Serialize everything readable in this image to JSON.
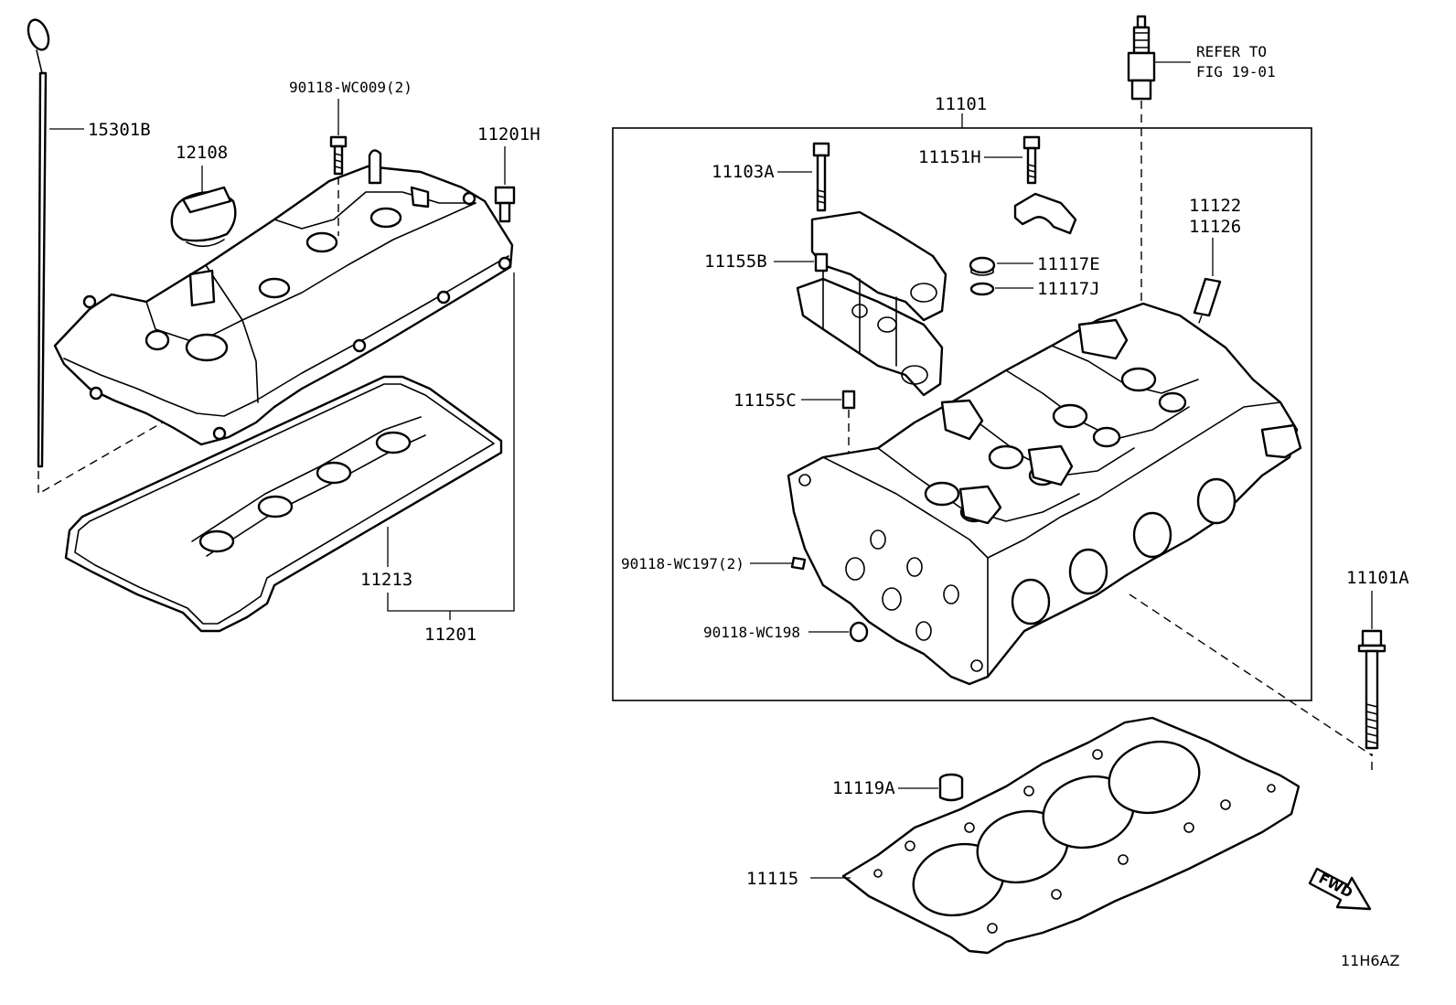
{
  "labels": {
    "p15301b": "15301B",
    "p12108": "12108",
    "p90118_wc009": "90118-WC009(2)",
    "p11201h": "11201H",
    "p11213": "11213",
    "p11201": "11201",
    "p11101": "11101",
    "p11103a": "11103A",
    "p11151h": "11151H",
    "p11155b": "11155B",
    "p11117e": "11117E",
    "p11117j": "11117J",
    "p11122": "11122",
    "p11126": "11126",
    "p11155c": "11155C",
    "p90118_wc197": "90118-WC197(2)",
    "p90118_wc198": "90118-WC198",
    "p11101a": "11101A",
    "p11119a": "11119A",
    "p11115": "11115",
    "refer_line1": "REFER TO",
    "refer_line2": "FIG 19-01",
    "fwd": "FWD",
    "diagram_code": "11H6AZ"
  }
}
